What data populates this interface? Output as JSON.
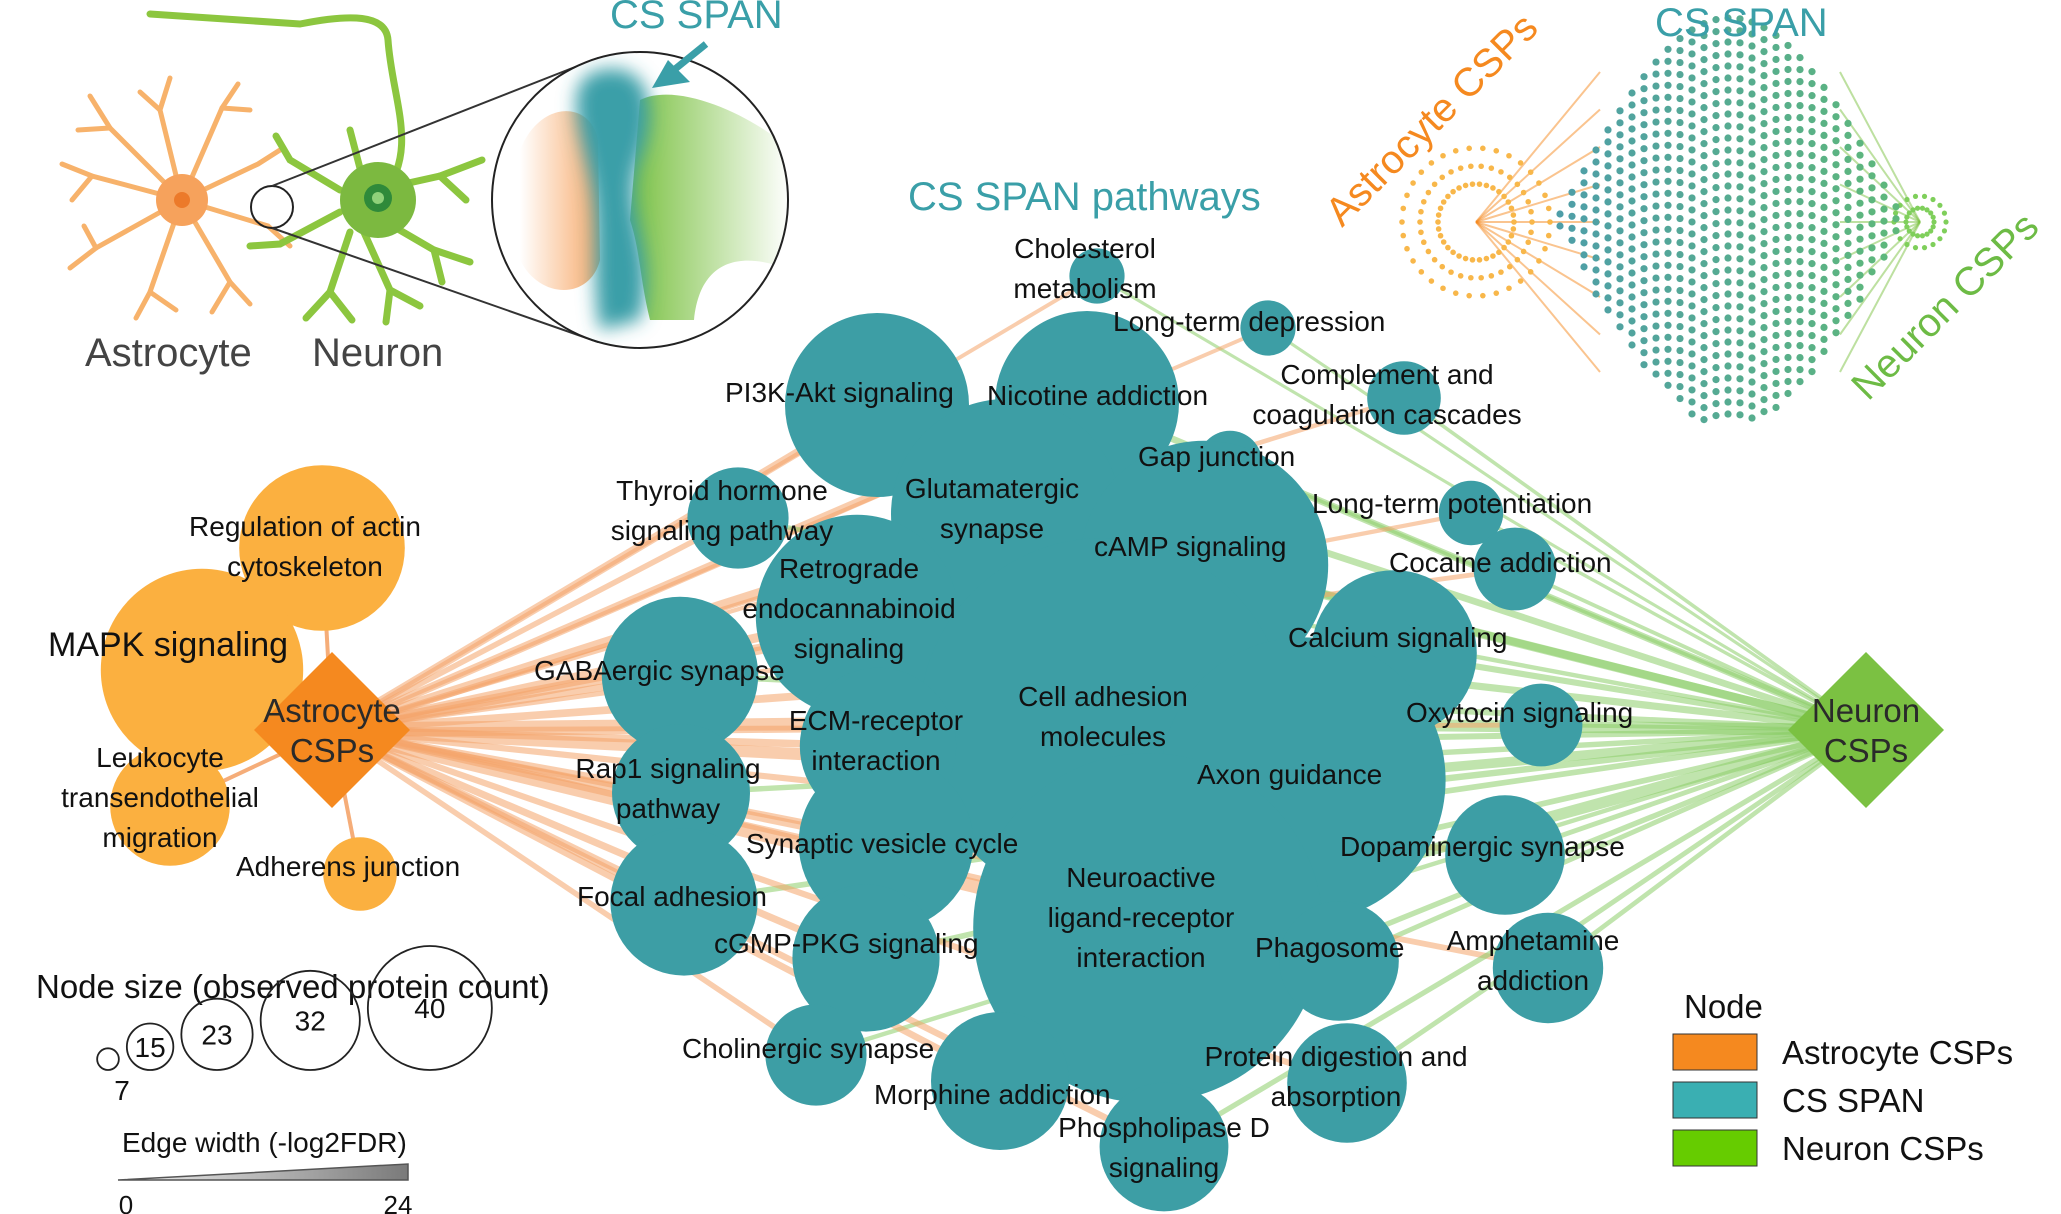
{
  "colors": {
    "astrocyte": "#f5891f",
    "astrocyte_light": "#fbb040",
    "span": "#3d9ea5",
    "neuron": "#7bc142",
    "neuron_edge": "#8cce6a",
    "astro_edge": "#f4a46a"
  },
  "illustration": {
    "cs_span_arrow_label": "CS SPAN",
    "astrocyte_label": "Astrocyte",
    "neuron_label": "Neuron"
  },
  "mini_network": {
    "title": "CS SPAN",
    "astro_label": "Astrocyte CSPs",
    "neuron_label": "Neuron CSPs"
  },
  "pathways_title": "CS SPAN pathways",
  "hubs": {
    "astro": [
      "Astrocyte",
      "CSPs"
    ],
    "neuron": [
      "Neuron",
      "CSPs"
    ]
  },
  "astro_nodes": [
    {
      "id": "actin",
      "lines": [
        "Regulation of actin",
        "cytoskeleton"
      ],
      "count": 18
    },
    {
      "id": "mapk",
      "lines": [
        "MAPK signaling"
      ],
      "count": 22
    },
    {
      "id": "leuko",
      "lines": [
        "Leukocyte",
        "transendothelial",
        "migration"
      ],
      "count": 13
    },
    {
      "id": "adherens",
      "lines": [
        "Adherens junction"
      ],
      "count": 8
    }
  ],
  "span_nodes": [
    {
      "id": "chol",
      "lines": [
        "Cholesterol",
        "metabolism"
      ],
      "count": 6
    },
    {
      "id": "ltd",
      "lines": [
        "Long-term depression"
      ],
      "count": 6
    },
    {
      "id": "pi3k",
      "lines": [
        "PI3K-Akt signaling"
      ],
      "count": 20
    },
    {
      "id": "nic",
      "lines": [
        "Nicotine addiction"
      ],
      "count": 20
    },
    {
      "id": "compl",
      "lines": [
        "Complement and",
        "coagulation cascades"
      ],
      "count": 8
    },
    {
      "id": "gap",
      "lines": [
        "Gap junction"
      ],
      "count": 7
    },
    {
      "id": "thyroid",
      "lines": [
        "Thyroid hormone",
        "signaling pathway"
      ],
      "count": 11
    },
    {
      "id": "glut",
      "lines": [
        "Glutamatergic",
        "synapse"
      ],
      "count": 25
    },
    {
      "id": "ltp",
      "lines": [
        "Long-term potentiation"
      ],
      "count": 7
    },
    {
      "id": "camp",
      "lines": [
        "cAMP signaling"
      ],
      "count": 27
    },
    {
      "id": "cocaine",
      "lines": [
        "Cocaine addiction"
      ],
      "count": 9
    },
    {
      "id": "retro",
      "lines": [
        "Retrograde",
        "endocannabinoid",
        "signaling"
      ],
      "count": 22
    },
    {
      "id": "calcium",
      "lines": [
        "Calcium signaling"
      ],
      "count": 18
    },
    {
      "id": "gaba",
      "lines": [
        "GABAergic synapse"
      ],
      "count": 17
    },
    {
      "id": "cam",
      "lines": [
        "Cell adhesion",
        "molecules"
      ],
      "count": 40
    },
    {
      "id": "ecm",
      "lines": [
        "ECM-receptor",
        "interaction"
      ],
      "count": 17
    },
    {
      "id": "oxy",
      "lines": [
        "Oxytocin signaling"
      ],
      "count": 9
    },
    {
      "id": "axon",
      "lines": [
        "Axon guidance"
      ],
      "count": 31
    },
    {
      "id": "rap1",
      "lines": [
        "Rap1 signaling",
        "pathway"
      ],
      "count": 15
    },
    {
      "id": "svc",
      "lines": [
        "Synaptic vesicle cycle"
      ],
      "count": 19
    },
    {
      "id": "dopa",
      "lines": [
        "Dopaminergic synapse"
      ],
      "count": 13
    },
    {
      "id": "focal",
      "lines": [
        "Focal adhesion"
      ],
      "count": 16
    },
    {
      "id": "neuro",
      "lines": [
        "Neuroactive",
        "ligand-receptor",
        "interaction"
      ],
      "count": 38
    },
    {
      "id": "cgmp",
      "lines": [
        "cGMP-PKG signaling"
      ],
      "count": 16
    },
    {
      "id": "phago",
      "lines": [
        "Phagosome"
      ],
      "count": 13
    },
    {
      "id": "amph",
      "lines": [
        "Amphetamine",
        "addiction"
      ],
      "count": 12
    },
    {
      "id": "chlin",
      "lines": [
        "Cholinergic synapse"
      ],
      "count": 11
    },
    {
      "id": "morph",
      "lines": [
        "Morphine addiction"
      ],
      "count": 15
    },
    {
      "id": "protein",
      "lines": [
        "Protein digestion and",
        "absorption"
      ],
      "count": 13
    },
    {
      "id": "pld",
      "lines": [
        "Phospholipase D",
        "signaling"
      ],
      "count": 14
    }
  ],
  "size_legend": {
    "title": "Node size (observed protein count)",
    "counts": [
      7,
      15,
      23,
      32,
      40
    ],
    "edge_title": "Edge width (-log2FDR)",
    "edge_min": "0",
    "edge_max": "24"
  },
  "node_legend": {
    "title": "Node",
    "items": [
      {
        "label": "Astrocyte CSPs",
        "color": "#f5891f"
      },
      {
        "label": "CS SPAN",
        "color": "#3aafb2"
      },
      {
        "label": "Neuron CSPs",
        "color": "#66cc00"
      }
    ]
  }
}
